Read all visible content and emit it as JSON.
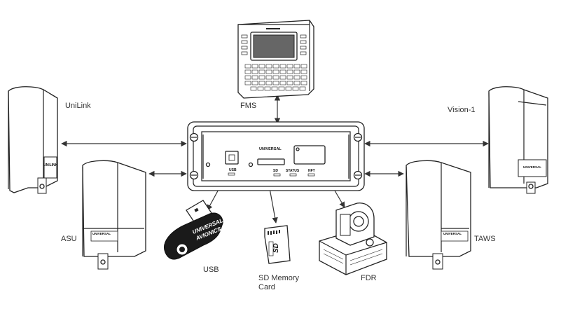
{
  "central_unit": {
    "brand": "UNIVERSAL",
    "ports": {
      "usb": "USB",
      "sd": "SD",
      "status": "STATUS",
      "nft": "NFT"
    }
  },
  "devices": {
    "fms": {
      "label": "FMS"
    },
    "unilink": {
      "label": "UniLink",
      "brand": "UNILINK"
    },
    "vision1": {
      "label": "Vision-1",
      "brand": "UNIVERSAL"
    },
    "asu": {
      "label": "ASU",
      "brand": "UNIVERSAL"
    },
    "taws": {
      "label": "TAWS",
      "brand": "UNIVERSAL"
    },
    "usb": {
      "label": "USB",
      "brand_line1": "UNIVERSAL",
      "brand_line2": "AVIONICS"
    },
    "sd": {
      "label_line1": "SD Memory",
      "label_line2": "Card",
      "card_text": "SD"
    },
    "fdr": {
      "label": "FDR"
    }
  }
}
